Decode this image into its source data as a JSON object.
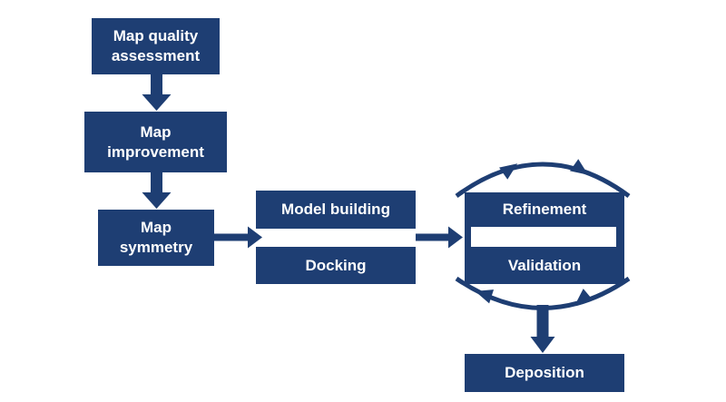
{
  "diagram": {
    "type": "flowchart",
    "background": "#ffffff",
    "accent_color": "#1e3e73",
    "text_color": "#ffffff",
    "nodes": [
      {
        "id": "map-quality-assessment",
        "label": "Map quality\nassessment"
      },
      {
        "id": "map-improvement",
        "label": "Map\nimprovement"
      },
      {
        "id": "map-symmetry",
        "label": "Map\nsymmetry"
      },
      {
        "id": "model-building",
        "label": "Model building"
      },
      {
        "id": "docking",
        "label": "Docking"
      },
      {
        "id": "refinement",
        "label": "Refinement"
      },
      {
        "id": "validation",
        "label": "Validation"
      },
      {
        "id": "deposition",
        "label": "Deposition"
      }
    ],
    "edges": [
      {
        "from": "map-quality-assessment",
        "to": "map-improvement",
        "style": "straight-arrow-down"
      },
      {
        "from": "map-improvement",
        "to": "map-symmetry",
        "style": "straight-arrow-down"
      },
      {
        "from": "map-symmetry",
        "to": "model-building-docking-gap",
        "style": "straight-arrow-right"
      },
      {
        "from": "model-building-docking",
        "to": "refinement-validation-gap",
        "style": "straight-arrow-right"
      },
      {
        "from": "refinement",
        "to": "validation",
        "style": "circular-cycle-clockwise"
      },
      {
        "from": "refinement-validation",
        "to": "deposition",
        "style": "straight-arrow-down"
      }
    ]
  }
}
